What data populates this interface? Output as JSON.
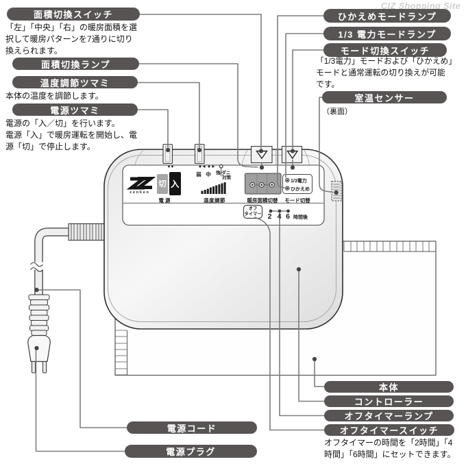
{
  "watermark": "CIZ Shopping Site",
  "callouts": {
    "area_switch": {
      "label": "面積切換スイッチ",
      "desc": "「左」「中央」「右」の暖房面積を選\n択して暖房パターンを7通りに切り\n換えられます。"
    },
    "area_lamp": {
      "label": "面積切換ランプ"
    },
    "temp_knob": {
      "label": "温度調節ツマミ",
      "desc": "本体の温度を調節します。"
    },
    "power_knob": {
      "label": "電源ツマミ",
      "desc": "電源の「入／切」を行います。\n電源「入」で暖房運転を開始し、電\n源「切」で停止します。"
    },
    "hikaeme_lamp": {
      "label": "ひかえめモードランプ"
    },
    "one_third_lamp": {
      "label": "1/3 電力モードランプ"
    },
    "mode_switch": {
      "label": "モード切換スイッチ",
      "desc": "「1/3電力」モードおよび「ひかえめ」\nモードと通常運転の切り換えが可能\nです。"
    },
    "room_sensor": {
      "label": "室温センサー",
      "note": "（裏面）"
    },
    "main_body": {
      "label": "本体"
    },
    "controller": {
      "label": "コントローラー"
    },
    "off_timer_lamp": {
      "label": "オフタイマーランプ"
    },
    "off_timer_switch": {
      "label": "オフタイマースイッチ",
      "desc": "オフタイマーの時間を「2時間」「4\n時間」「6時間」にセットできます。"
    },
    "power_cord": {
      "label": "電源コード"
    },
    "power_plug": {
      "label": "電源プラグ"
    }
  },
  "panel": {
    "brand": "zenken",
    "power_off": "切",
    "power_on": "入",
    "power_label": "電 源",
    "temp_weak": "弱",
    "temp_mid": "中",
    "temp_strong_1": "強/ダニ",
    "temp_strong_2": "対策",
    "temp_label": "温度調節",
    "area_label": "暖房面積切替",
    "mode_lamp_1": "1/3電力",
    "mode_lamp_2": "ひかえめ",
    "mode_label": "モード切替",
    "timer_btn": "オフ\nタイマー",
    "timer_h": [
      "2",
      "4",
      "6"
    ],
    "timer_after": "時間後"
  }
}
